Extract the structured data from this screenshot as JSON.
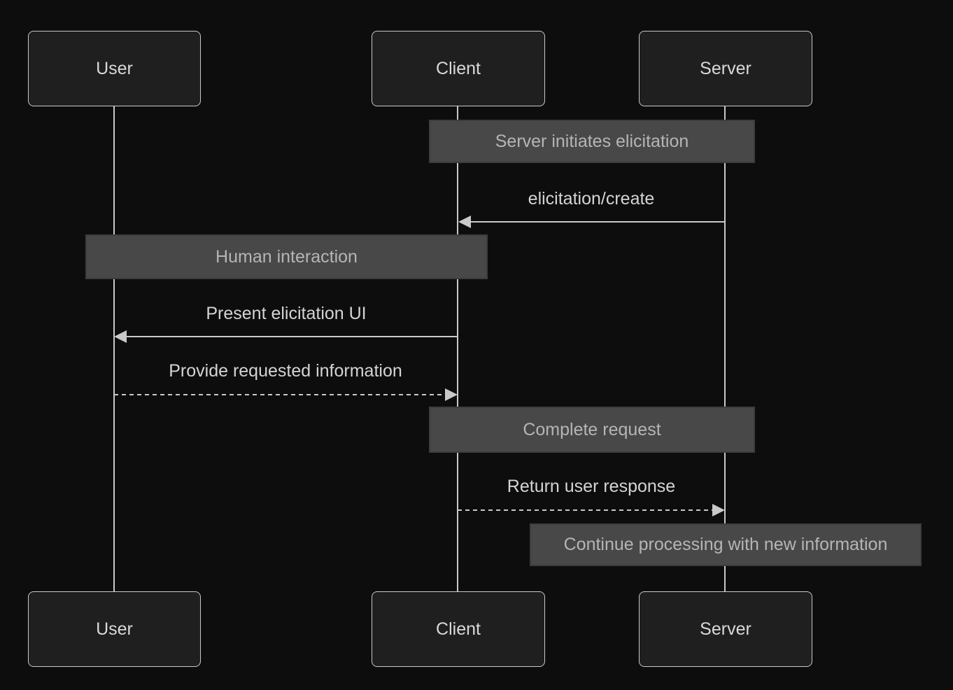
{
  "diagram": {
    "type": "sequence",
    "actors": [
      {
        "name": "User"
      },
      {
        "name": "Client"
      },
      {
        "name": "Server"
      }
    ],
    "notes": [
      {
        "text": "Server initiates elicitation",
        "over": "Client,Server"
      },
      {
        "text": "Human interaction",
        "over": "User,Client"
      },
      {
        "text": "Complete request",
        "over": "Client,Server"
      },
      {
        "text": "Continue processing with new information",
        "over": "Server"
      }
    ],
    "messages": [
      {
        "text": "elicitation/create",
        "from": "Server",
        "to": "Client",
        "line": "solid"
      },
      {
        "text": "Present elicitation UI",
        "from": "Client",
        "to": "User",
        "line": "solid"
      },
      {
        "text": "Provide requested information",
        "from": "User",
        "to": "Client",
        "line": "dashed"
      },
      {
        "text": "Return user response",
        "from": "Client",
        "to": "Server",
        "line": "dashed"
      }
    ],
    "colors": {
      "background": "#0d0d0d",
      "actor_fill": "#1f1f1f",
      "actor_border": "#c9c9c9",
      "actor_text": "#d9d9d9",
      "note_fill": "#484848",
      "note_border": "#3d3d3d",
      "note_text": "#b5b5b5",
      "message_text": "#d4d4d4",
      "line": "#c9c9c9"
    }
  }
}
